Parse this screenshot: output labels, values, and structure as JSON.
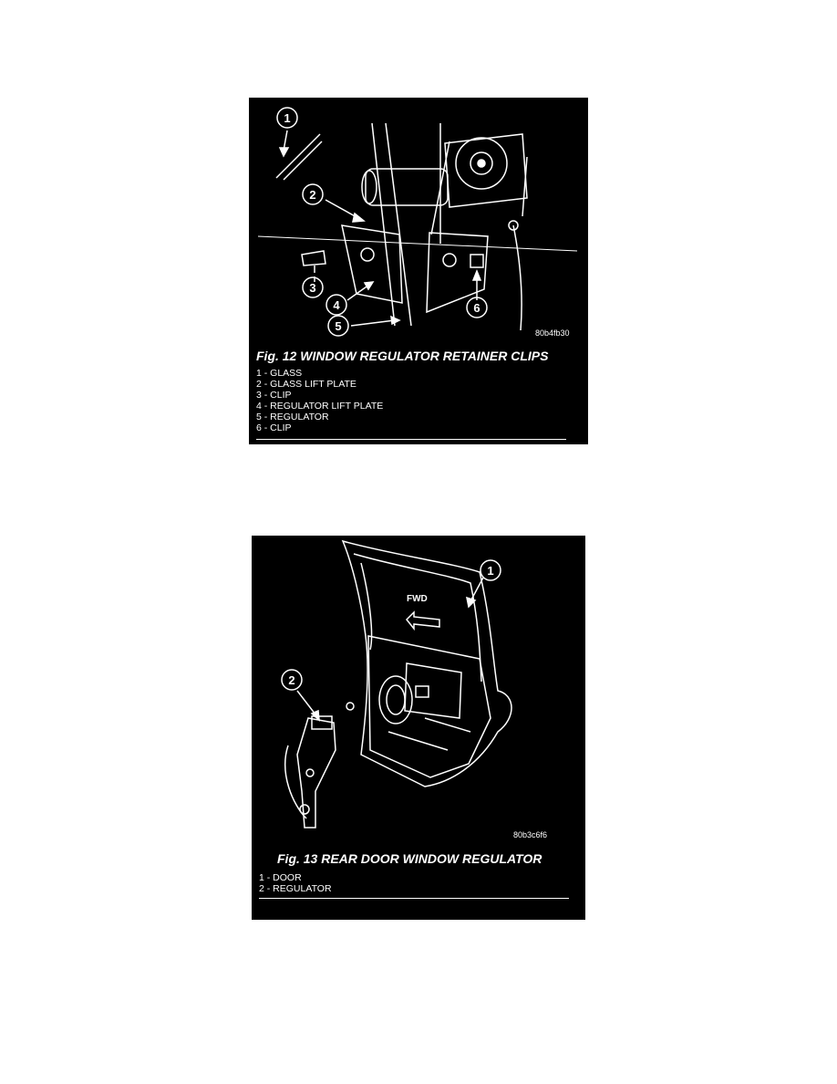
{
  "figures": [
    {
      "code": "80b4fb30",
      "caption": "Fig. 12 WINDOW REGULATOR RETAINER CLIPS",
      "legend": [
        "1 - GLASS",
        "2 - GLASS LIFT PLATE",
        "3 - CLIP",
        "4 - REGULATOR LIFT PLATE",
        "5 - REGULATOR",
        "6 - CLIP"
      ],
      "callouts": [
        "1",
        "2",
        "3",
        "4",
        "5",
        "6"
      ]
    },
    {
      "code": "80b3c6f6",
      "caption": "Fig. 13 REAR DOOR WINDOW REGULATOR",
      "legend": [
        "1 - DOOR",
        "2 - REGULATOR"
      ],
      "callouts": [
        "1",
        "2"
      ],
      "direction_label": "FWD"
    }
  ]
}
